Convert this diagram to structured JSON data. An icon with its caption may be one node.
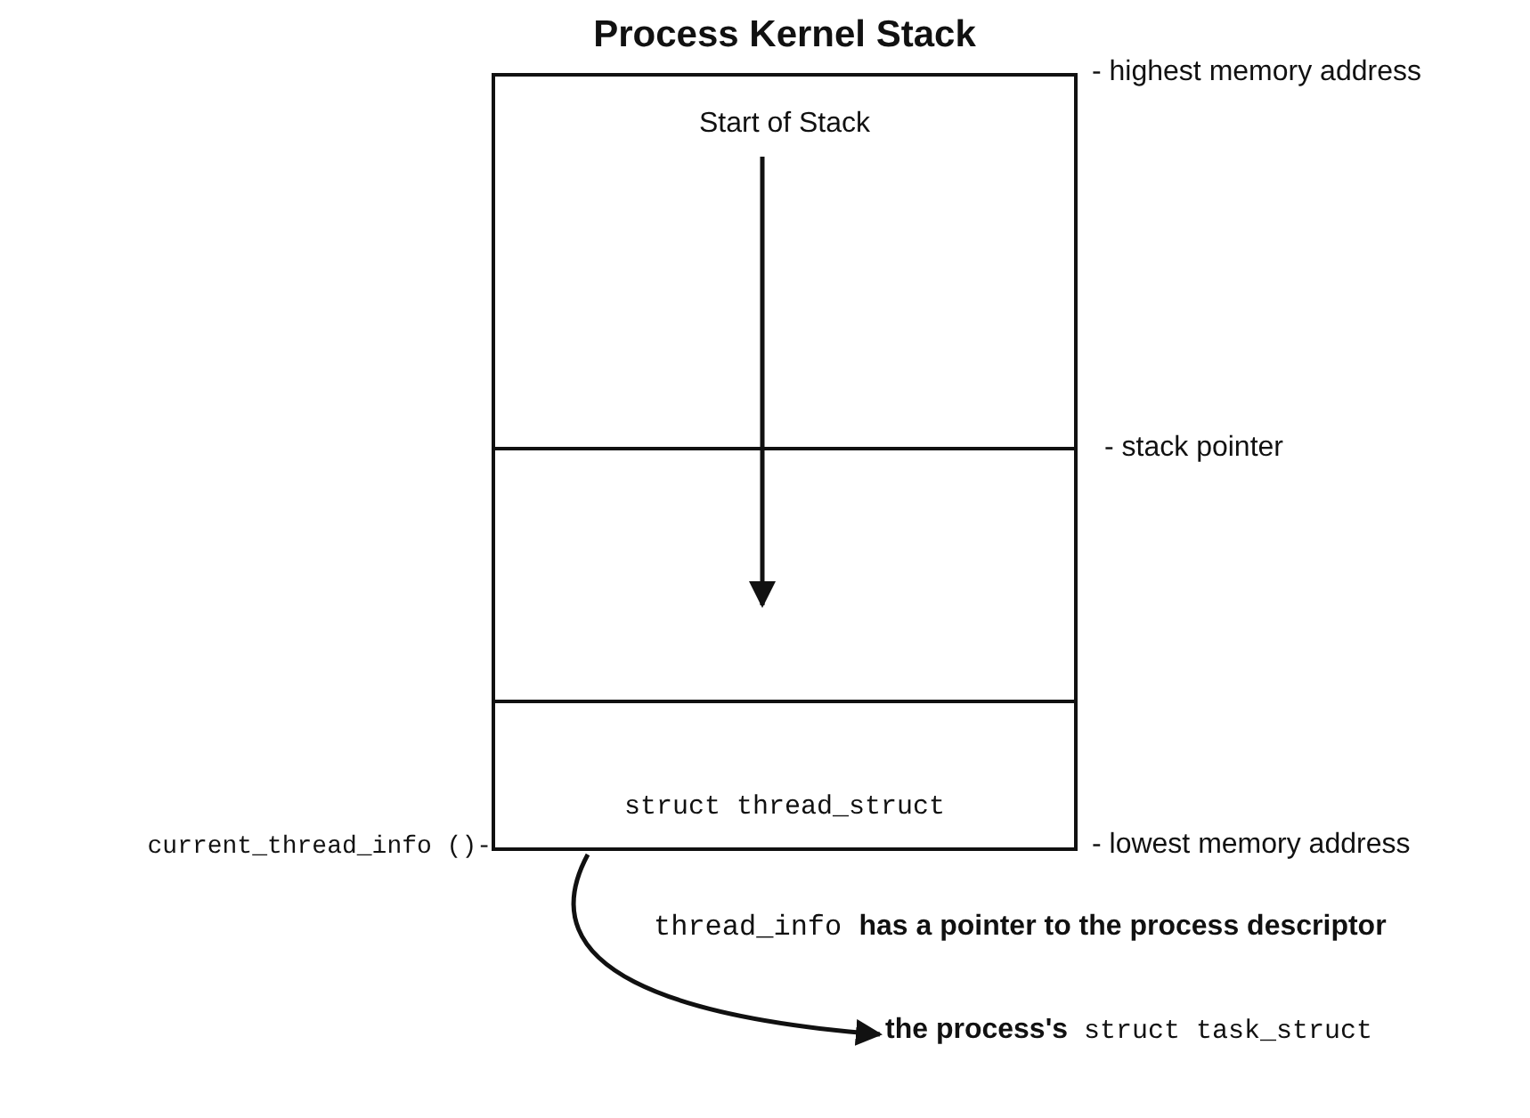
{
  "diagram": {
    "title": "Process Kernel Stack",
    "nodes": [
      {
        "text": [
          "Start of Stack"
        ]
      },
      {
        "text": [],
        "shape": "box"
      },
      {
        "text": [
          "struct thread_struct"
        ],
        "beside": [
          "current_thread_info ()-"
        ]
      },
      {
        "text": [
          "**the process's** struct task_struct"
        ]
      }
    ],
    "edges": [
      {
        "from": 0,
        "to": 1,
        "arrow": "to"
      },
      {
        "from": 2,
        "to": 3,
        "arrow": "to"
      }
    ],
    "labels": [
      "- highest memory address",
      "- stack pointer",
      "- lowest memory address",
      "thread_info **has a pointer to the process descriptor**"
    ]
  }
}
